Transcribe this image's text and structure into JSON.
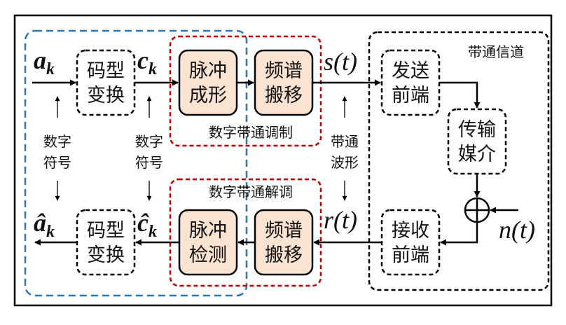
{
  "signals": {
    "a_k": "a",
    "a_k_sub": "k",
    "c_k": "c",
    "c_k_sub": "k",
    "a_hat": "â",
    "a_hat_sub": "k",
    "c_hat": "ĉ",
    "c_hat_sub": "k",
    "s_t": "s",
    "s_t_arg": "(t)",
    "r_t": "r",
    "r_t_arg": "(t)",
    "n_t": "n",
    "n_t_arg": "(t)"
  },
  "blocks": {
    "line_coding_tx": [
      "码型",
      "变换"
    ],
    "pulse_shaping": [
      "脉冲",
      "成形"
    ],
    "spectrum_shift_tx": [
      "频谱",
      "搬移"
    ],
    "tx_frontend": [
      "发送",
      "前端"
    ],
    "medium": [
      "传输",
      "媒介"
    ],
    "rx_frontend": [
      "接收",
      "前端"
    ],
    "spectrum_shift_rx": [
      "频谱",
      "搬移"
    ],
    "pulse_detection": [
      "脉冲",
      "检测"
    ],
    "line_coding_rx": [
      "码型",
      "变换"
    ]
  },
  "labels": {
    "modulation": "数字带通调制",
    "demodulation": "数字带通解调",
    "channel": "带通信道",
    "symbols_left": [
      "数字",
      "符号"
    ],
    "symbols_mid": [
      "数字",
      "符号"
    ],
    "bandpass_waveform": [
      "带通",
      "波形"
    ]
  },
  "colors": {
    "block_fill": "#fbe3d2",
    "red_dash": "#c00000",
    "blue_dash": "#2e75b6",
    "black": "#000000"
  }
}
